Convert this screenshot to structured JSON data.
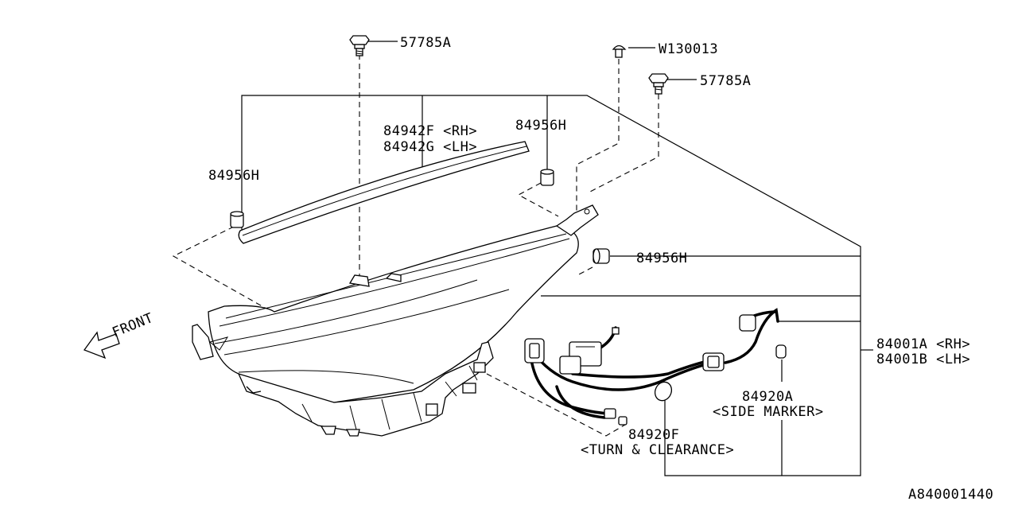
{
  "labels": {
    "bolt_top": "57785A",
    "clip": "W130013",
    "bolt_right": "57785A",
    "seal_rh": "84942F <RH>",
    "seal_lh": "84942G <LH>",
    "bushing_mid": "84956H",
    "bushing_left": "84956H",
    "bushing_right": "84956H",
    "assy_rh": "84001A <RH>",
    "assy_lh": "84001B <LH>",
    "side_marker_num": "84920A",
    "side_marker_desc": "<SIDE MARKER>",
    "turn_num": "84920F",
    "turn_desc": "<TURN & CLEARANCE>",
    "front": "FRONT",
    "diagram_id": "A840001440"
  },
  "icons": {
    "front_arrow": "arrow-left-icon"
  }
}
